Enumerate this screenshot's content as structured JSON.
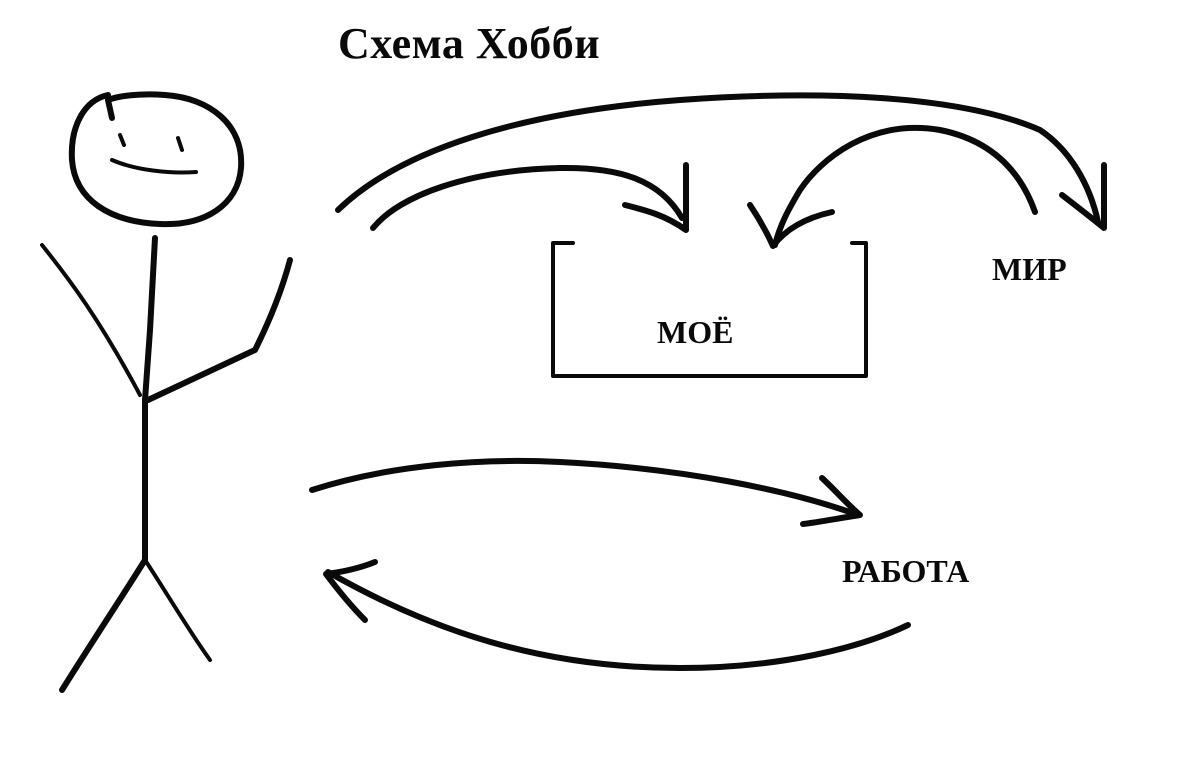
{
  "title": "Схема Хобби",
  "nodes": {
    "mine": "МОЁ",
    "world": "МИР",
    "work": "РАБОТА"
  },
  "colors": {
    "ink": "#0a0a0a",
    "background": "#ffffff"
  }
}
